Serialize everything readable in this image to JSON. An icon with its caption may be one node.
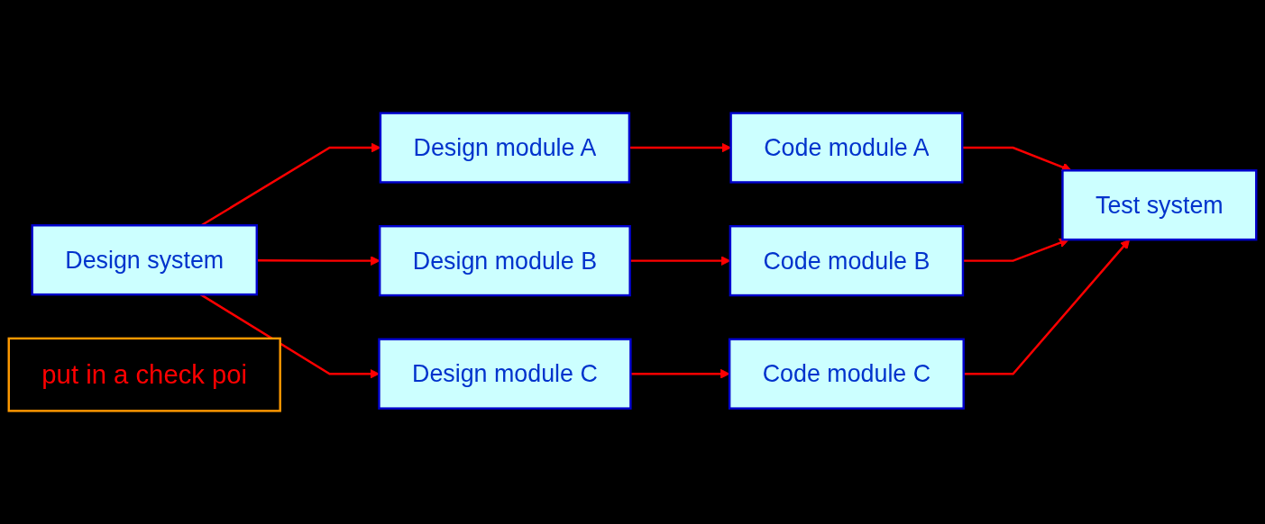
{
  "diagram": {
    "nodes": [
      {
        "text": [
          "Design system"
        ]
      },
      {
        "text": [
          "Design module A"
        ]
      },
      {
        "text": [
          "Code module A"
        ]
      },
      {
        "text": [
          "Design module B"
        ]
      },
      {
        "text": [
          "Code module B"
        ]
      },
      {
        "text": [
          "Design module C"
        ]
      },
      {
        "text": [
          "Code module C"
        ]
      },
      {
        "text": [
          "Test system"
        ]
      },
      {
        "text": [
          "put in a check poi"
        ]
      }
    ],
    "edges": [
      {
        "from": 0,
        "to": 1,
        "arrow": "to"
      },
      {
        "from": 0,
        "to": 3,
        "arrow": "to"
      },
      {
        "from": 0,
        "to": 5,
        "arrow": "to"
      },
      {
        "from": 1,
        "to": 2,
        "arrow": "to"
      },
      {
        "from": 3,
        "to": 4,
        "arrow": "to"
      },
      {
        "from": 5,
        "to": 6,
        "arrow": "to"
      },
      {
        "from": 2,
        "to": 7,
        "arrow": "to"
      },
      {
        "from": 4,
        "to": 7,
        "arrow": "to"
      },
      {
        "from": 6,
        "to": 7,
        "arrow": "to"
      }
    ]
  }
}
